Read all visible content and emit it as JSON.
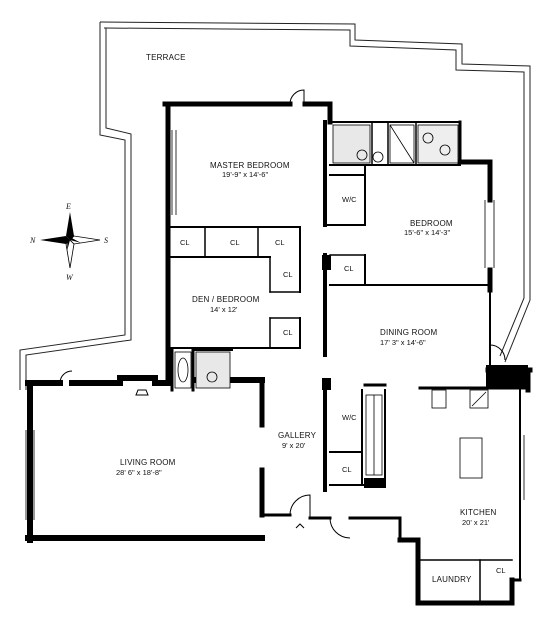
{
  "rooms": {
    "terrace": {
      "name": "TERRACE"
    },
    "master_bedroom": {
      "name": "MASTER BEDROOM",
      "size": "19'-9\" x 14'-6\""
    },
    "bedroom": {
      "name": "BEDROOM",
      "size": "15'-6\" x 14'-3\""
    },
    "den_bedroom": {
      "name": "DEN / BEDROOM",
      "size": "14' x 12'"
    },
    "dining_room": {
      "name": "DINING ROOM",
      "size": "17' 3\" x 14'-6\""
    },
    "living_room": {
      "name": "LIVING ROOM",
      "size": "28' 6\" x 18'-8\""
    },
    "gallery": {
      "name": "GALLERY",
      "size": "9' x 20'"
    },
    "kitchen": {
      "name": "KITCHEN",
      "size": "20' x 21'"
    },
    "laundry": {
      "name": "LAUNDRY"
    }
  },
  "closets": {
    "cl": "CL",
    "wic": "W/C"
  },
  "compass": {
    "n": "N",
    "s": "S",
    "e": "E",
    "w": "W"
  }
}
